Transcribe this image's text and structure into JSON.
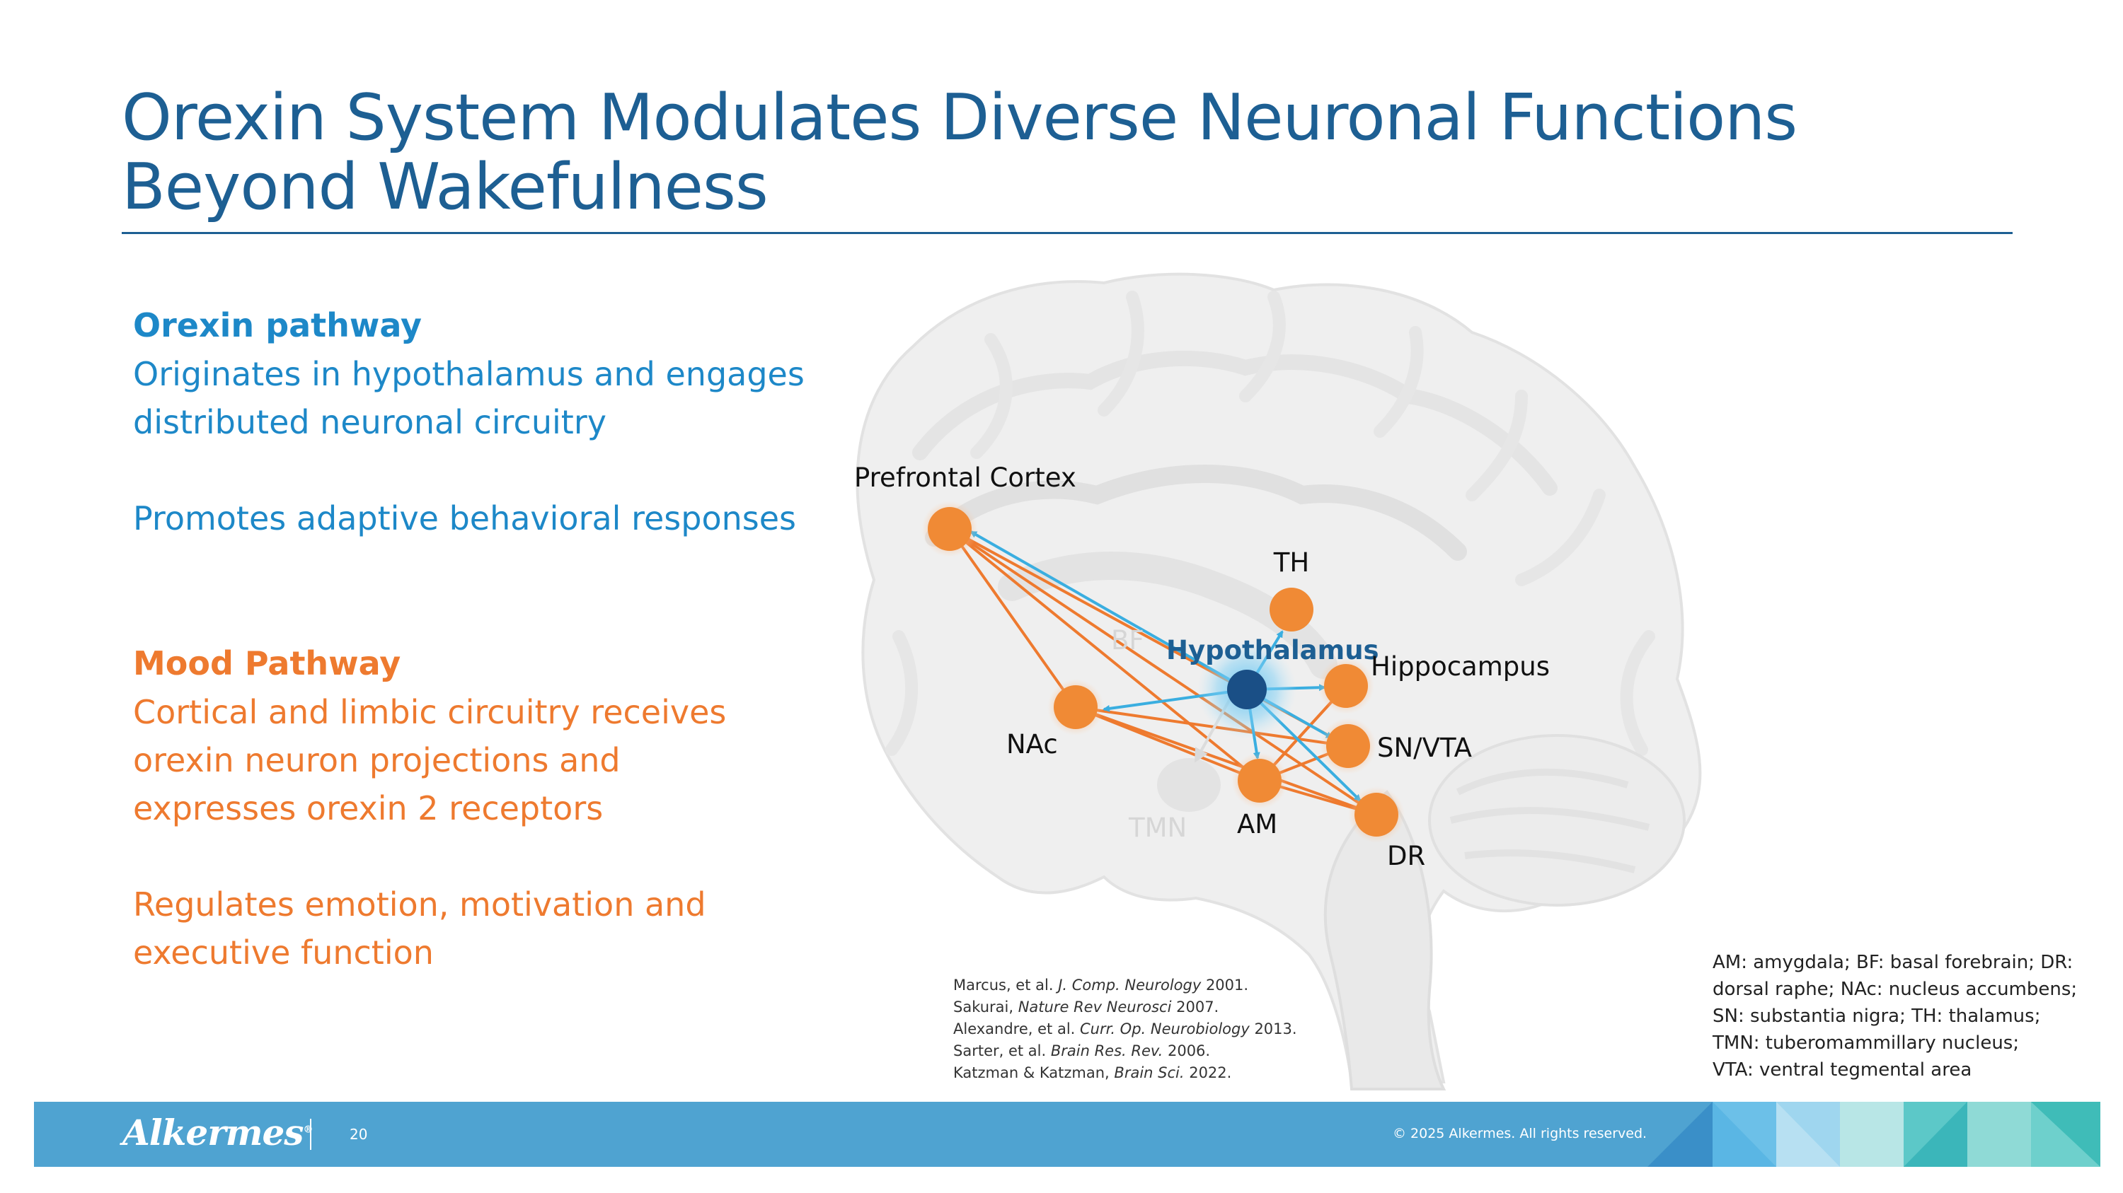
{
  "title": {
    "line1": "Orexin System Modulates Diverse Neuronal Functions",
    "line2": "Beyond Wakefulness"
  },
  "orexin_section": {
    "heading": "Orexin pathway",
    "line1": "Originates in hypothalamus and engages",
    "line2": "distributed neuronal circuitry",
    "line3": "Promotes adaptive behavioral responses"
  },
  "mood_section": {
    "heading": "Mood Pathway",
    "line1": "Cortical and limbic circuitry receives",
    "line2": "orexin neuron projections and",
    "line3": "expresses orexin 2 receptors",
    "line4": "Regulates emotion, motivation and",
    "line5": "executive function"
  },
  "diagram": {
    "nodes": {
      "prefrontal": "Prefrontal Cortex",
      "th": "TH",
      "hypothalamus": "Hypothalamus",
      "hippocampus": "Hippocampus",
      "nac": "NAc",
      "snvta": "SN/VTA",
      "am": "AM",
      "dr": "DR",
      "bf": "BF",
      "tmn": "TMN"
    },
    "colors": {
      "orexin_arrow": "#3aaee0",
      "mood_line": "#ee7a2f",
      "node_orange": "#f08a35",
      "hypothalamus_node": "#1a4f86",
      "ghost_label": "#d6d6d6"
    }
  },
  "references": {
    "r1_pre": "Marcus, et al. ",
    "r1_journal": "J. Comp. Neurology",
    "r1_post": " 2001.",
    "r2_pre": "Sakurai, ",
    "r2_journal": "Nature Rev Neurosci",
    "r2_post": " 2007.",
    "r3_pre": "Alexandre, et al. ",
    "r3_journal": "Curr. Op. Neurobiology",
    "r3_post": " 2013.",
    "r4_pre": "Sarter, et al. ",
    "r4_journal": "Brain Res. Rev.",
    "r4_post": " 2006.",
    "r5_pre": "Katzman & Katzman, ",
    "r5_journal": "Brain Sci.",
    "r5_post": " 2022."
  },
  "abbreviations": {
    "line1": "AM: amygdala; BF: basal forebrain; DR:",
    "line2": "dorsal raphe; NAc: nucleus accumbens;",
    "line3": "SN: substantia nigra; TH: thalamus;",
    "line4": "TMN: tuberomammillary nucleus;",
    "line5": "VTA: ventral tegmental area"
  },
  "footer": {
    "logo": "Alkermes",
    "logo_mark": "®",
    "page_number": "20",
    "copyright": "© 2025 Alkermes. All rights reserved."
  }
}
